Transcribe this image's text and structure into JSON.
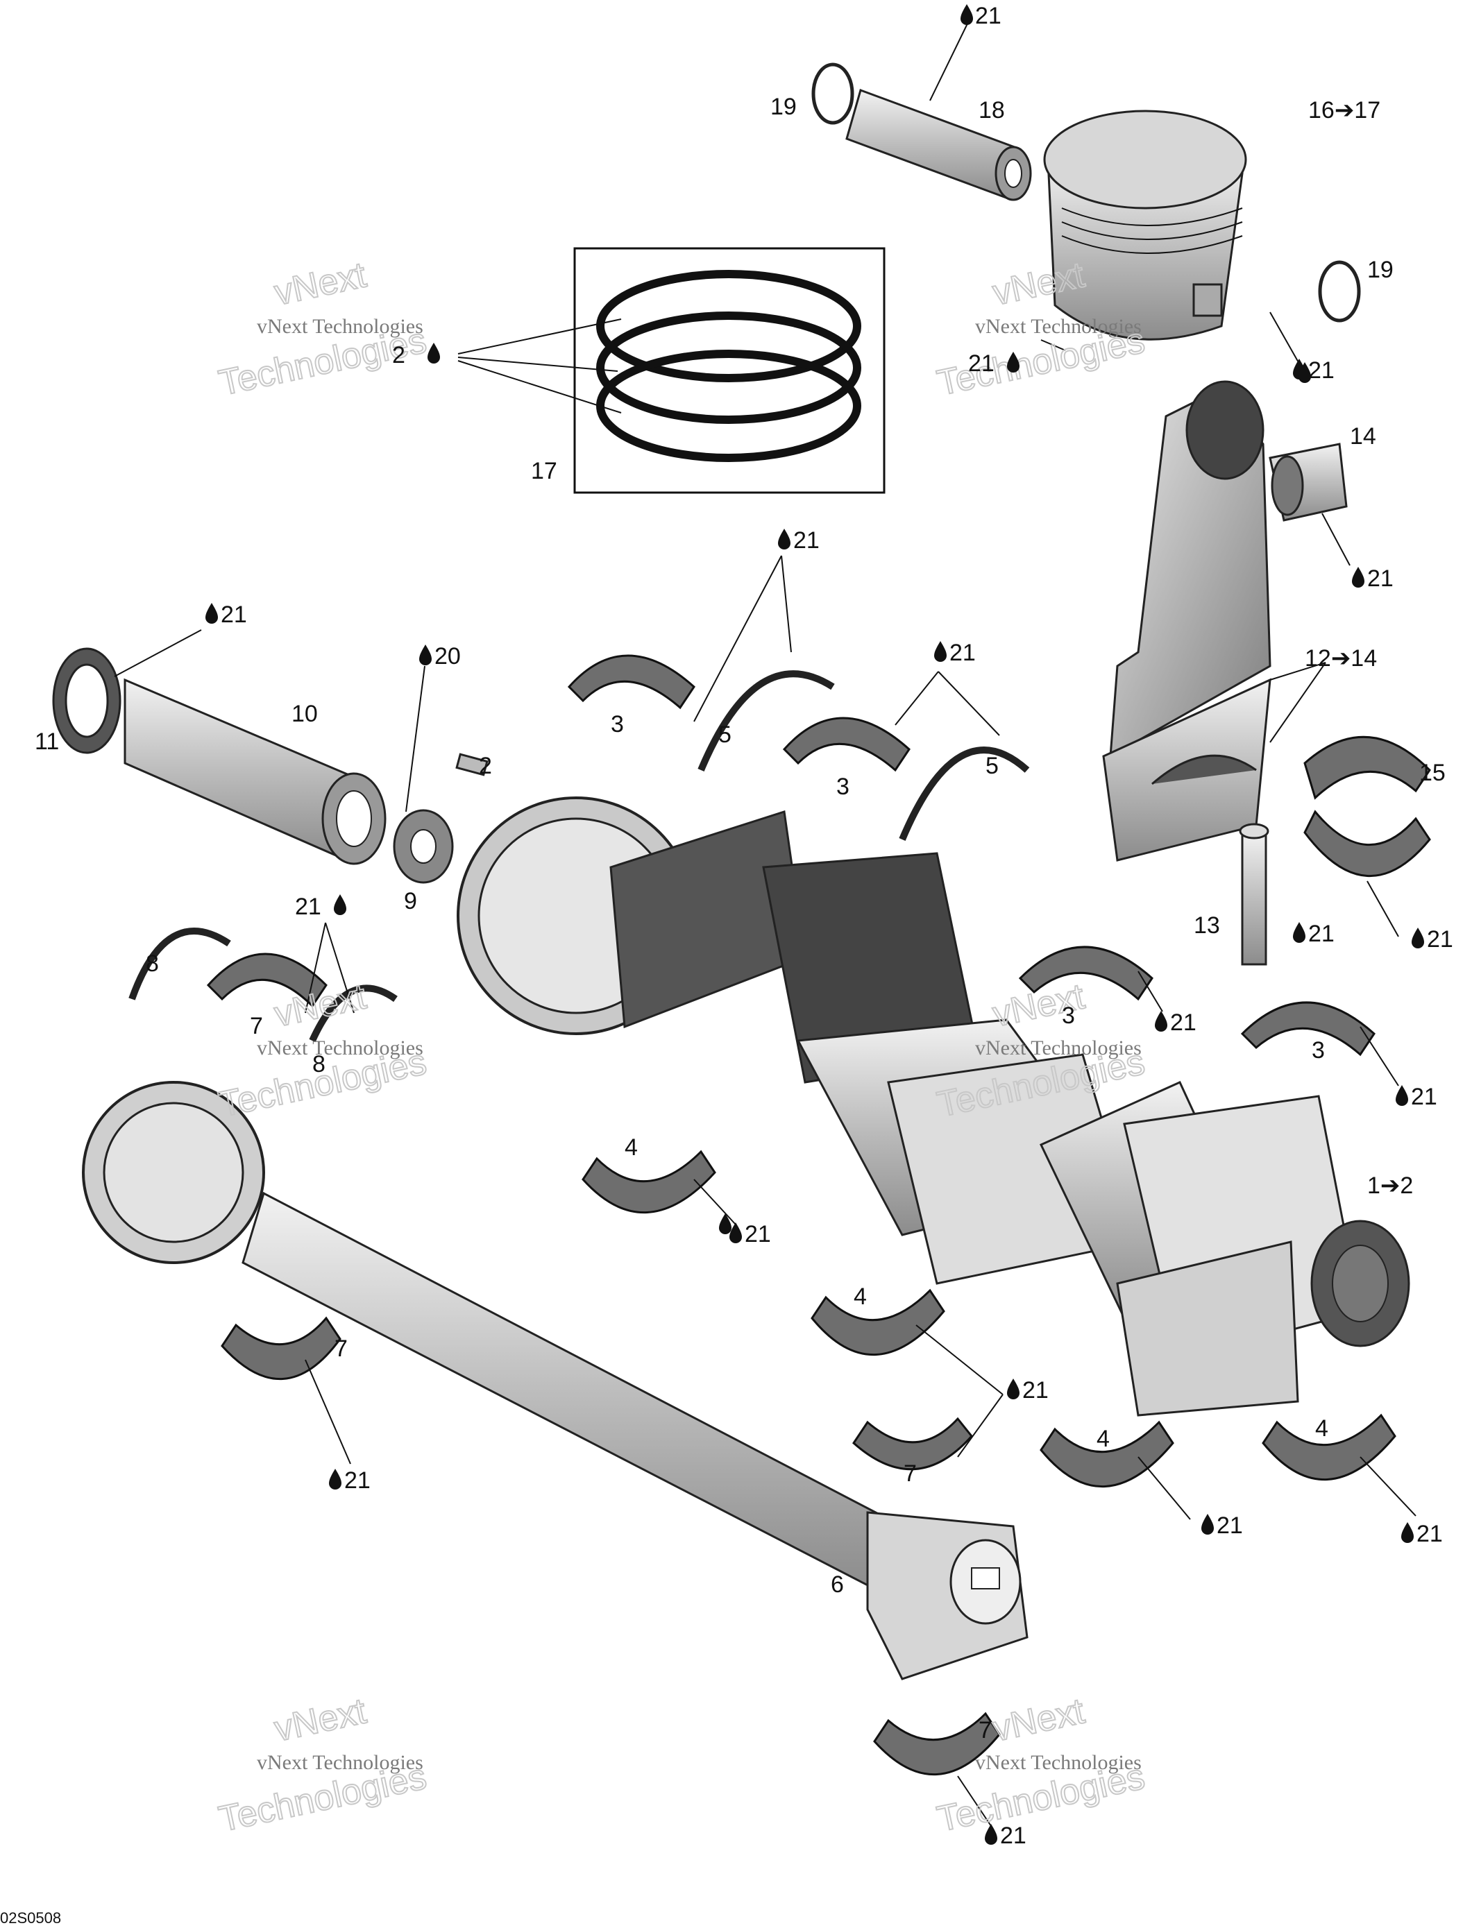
{
  "callouts": [
    {
      "id": "c-18",
      "text": "18"
    },
    {
      "id": "c-19a",
      "text": "19"
    },
    {
      "id": "c-16-17",
      "text": "16➔17"
    },
    {
      "id": "c-19b",
      "text": "19"
    },
    {
      "id": "c-17",
      "text": "17"
    },
    {
      "id": "c-14",
      "text": "14"
    },
    {
      "id": "c-10",
      "text": "10"
    },
    {
      "id": "c-11",
      "text": "11"
    },
    {
      "id": "c-2",
      "text": "2"
    },
    {
      "id": "c-9",
      "text": "9"
    },
    {
      "id": "c-3a",
      "text": "3"
    },
    {
      "id": "c-5a",
      "text": "5"
    },
    {
      "id": "c-3b",
      "text": "3"
    },
    {
      "id": "c-5b",
      "text": "5"
    },
    {
      "id": "c-12-14",
      "text": "12➔14"
    },
    {
      "id": "c-15",
      "text": "15"
    },
    {
      "id": "c-13",
      "text": "13"
    },
    {
      "id": "c-8a",
      "text": "8"
    },
    {
      "id": "c-7a",
      "text": "7"
    },
    {
      "id": "c-8b",
      "text": "8"
    },
    {
      "id": "c-3c",
      "text": "3"
    },
    {
      "id": "c-3d",
      "text": "3"
    },
    {
      "id": "c-4a",
      "text": "4"
    },
    {
      "id": "c-1-2",
      "text": "1➔2"
    },
    {
      "id": "c-4b",
      "text": "4"
    },
    {
      "id": "c-7b",
      "text": "7"
    },
    {
      "id": "c-7c",
      "text": "7"
    },
    {
      "id": "c-4c",
      "text": "4"
    },
    {
      "id": "c-4d",
      "text": "4"
    },
    {
      "id": "c-6",
      "text": "6"
    },
    {
      "id": "c-7d",
      "text": "7"
    }
  ],
  "lube_callouts": [
    {
      "id": "l-1",
      "text": "21"
    },
    {
      "id": "l-2",
      "text": "21"
    },
    {
      "id": "l-3",
      "text": "21"
    },
    {
      "id": "l-4",
      "text": "21"
    },
    {
      "id": "l-5",
      "text": "2"
    },
    {
      "id": "l-6",
      "text": "21"
    },
    {
      "id": "l-7",
      "text": "21"
    },
    {
      "id": "l-8",
      "text": "21"
    },
    {
      "id": "l-9",
      "text": "20"
    },
    {
      "id": "l-10",
      "text": "21"
    },
    {
      "id": "l-11",
      "text": "21"
    },
    {
      "id": "l-12",
      "text": "21"
    },
    {
      "id": "l-13",
      "text": "21"
    },
    {
      "id": "l-14",
      "text": "21"
    },
    {
      "id": "l-15",
      "text": "21"
    },
    {
      "id": "l-16",
      "text": "21"
    },
    {
      "id": "l-17",
      "text": "21"
    },
    {
      "id": "l-18",
      "text": "21"
    },
    {
      "id": "l-19",
      "text": "21"
    },
    {
      "id": "l-20",
      "text": "21"
    },
    {
      "id": "l-21",
      "text": "21"
    },
    {
      "id": "l-22",
      "text": "21"
    }
  ],
  "watermark": {
    "line1": "vNext Technologies",
    "line2": "vNext",
    "line3": "Technologies"
  },
  "drawing_code": "02S0508"
}
